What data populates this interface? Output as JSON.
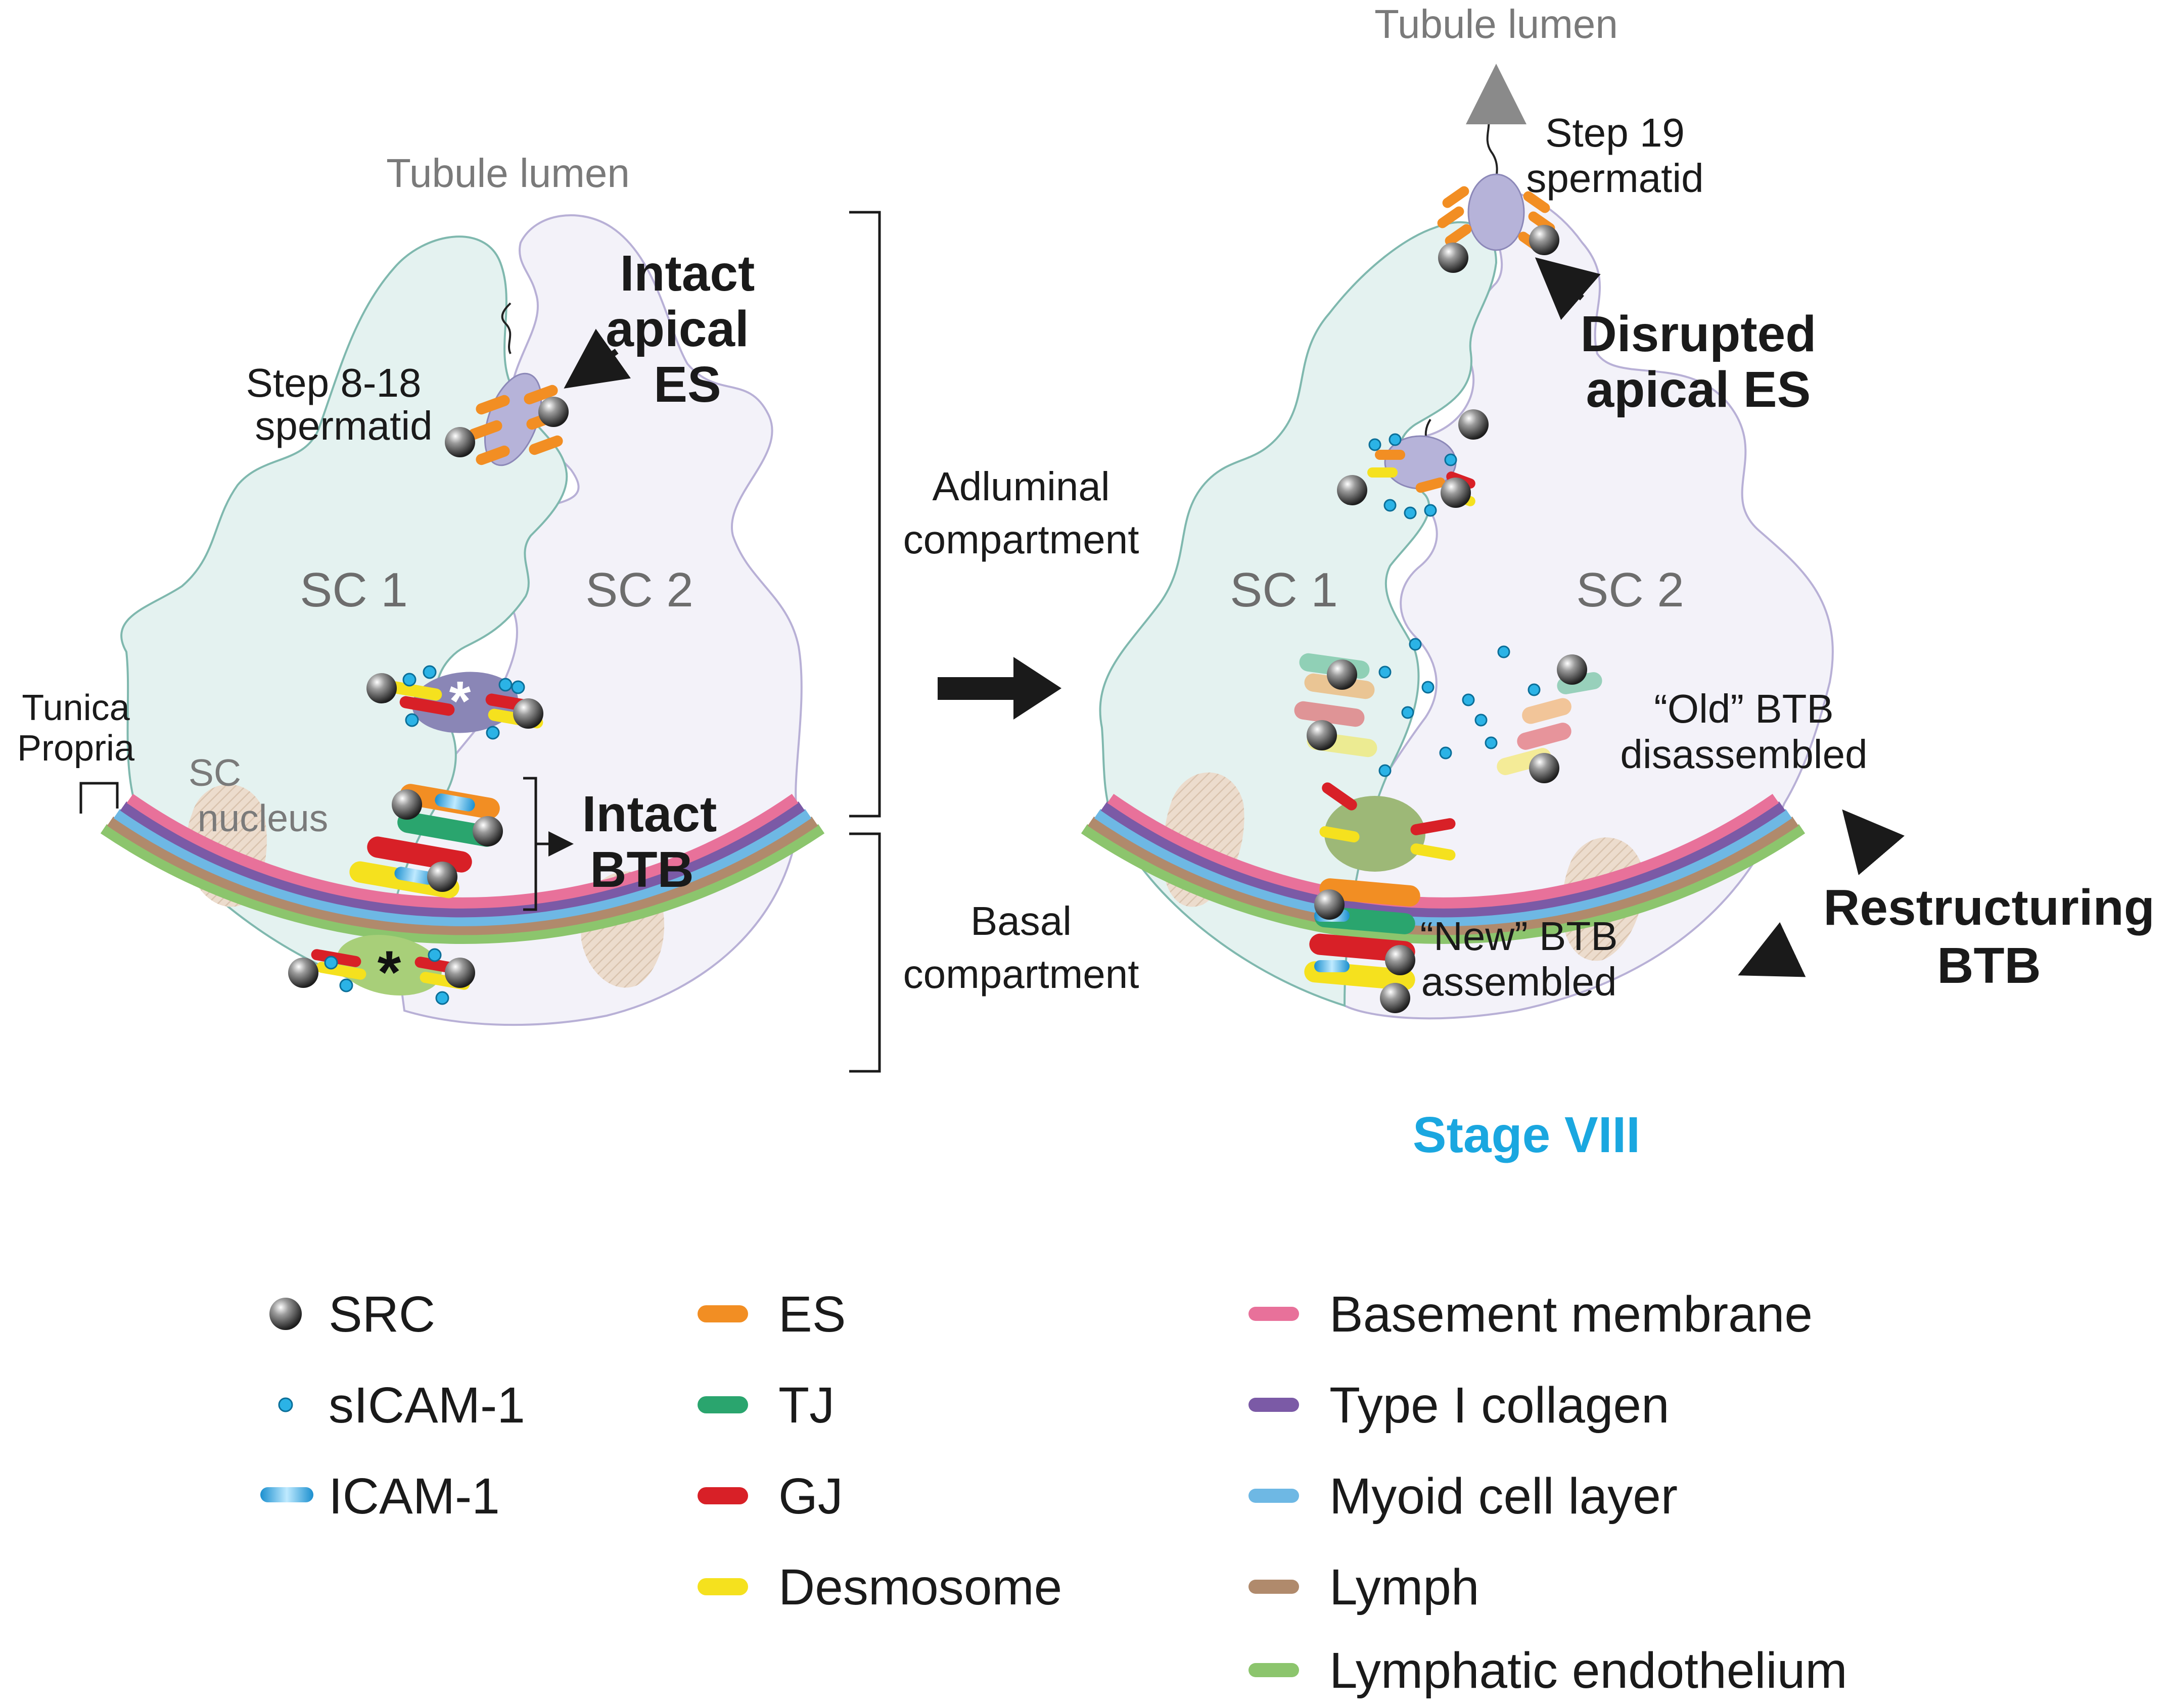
{
  "colors": {
    "basement_membrane": "#e8719a",
    "type1_collagen": "#7b5aa6",
    "myoid": "#6eb8e4",
    "lymph": "#b08a6c",
    "lymphatic_endothelium": "#8cc56d",
    "es": "#f28e23",
    "tj": "#2aa56e",
    "gj": "#d82027",
    "desmosome": "#f5e11e",
    "icam": "#2bb3e6",
    "sc1_fill": "#e4f2f0",
    "sc2_fill": "#f3f2f9",
    "stage_blue": "#1aa7e0"
  },
  "left_panel": {
    "tubule_lumen": "Tubule lumen",
    "intact_es": [
      "Intact",
      "apical",
      "ES"
    ],
    "spermatid": [
      "Step 8-18",
      "spermatid"
    ],
    "sc1": "SC 1",
    "sc2": "SC 2",
    "tunica": [
      "Tunica",
      "Propria"
    ],
    "sc_nucleus": [
      "SC",
      "nucleus"
    ],
    "intact_btb": [
      "Intact",
      "BTB"
    ]
  },
  "middle": {
    "adluminal": [
      "Adluminal",
      "compartment"
    ],
    "basal": [
      "Basal",
      "compartment"
    ]
  },
  "right_panel": {
    "tubule_lumen": "Tubule lumen",
    "spermatid": [
      "Step 19",
      "spermatid"
    ],
    "disrupted_es": [
      "Disrupted",
      "apical ES"
    ],
    "sc1": "SC 1",
    "sc2": "SC 2",
    "old_btb": [
      "“Old” BTB",
      "disassembled"
    ],
    "new_btb": [
      "“New” BTB",
      "assembled"
    ],
    "restructuring": [
      "Restructuring",
      "BTB"
    ],
    "stage": "Stage VIII"
  },
  "legend": {
    "col1": [
      {
        "label": "SRC",
        "icon": "src-sphere-icon"
      },
      {
        "label": "sICAM-1",
        "icon": "sicam-dot-icon"
      },
      {
        "label": "ICAM-1",
        "icon": "icam-capsule-icon"
      }
    ],
    "col2": [
      {
        "label": "ES",
        "color": "#f28e23"
      },
      {
        "label": "TJ",
        "color": "#2aa56e"
      },
      {
        "label": "GJ",
        "color": "#d82027"
      },
      {
        "label": "Desmosome",
        "color": "#f5e11e"
      }
    ],
    "col3": [
      {
        "label": "Basement membrane",
        "color": "#e8719a"
      },
      {
        "label": "Type I collagen",
        "color": "#7b5aa6"
      },
      {
        "label": "Myoid cell layer",
        "color": "#6eb8e4"
      },
      {
        "label": "Lymph",
        "color": "#b08a6c"
      },
      {
        "label": "Lymphatic endothelium",
        "color": "#8cc56d"
      }
    ]
  }
}
